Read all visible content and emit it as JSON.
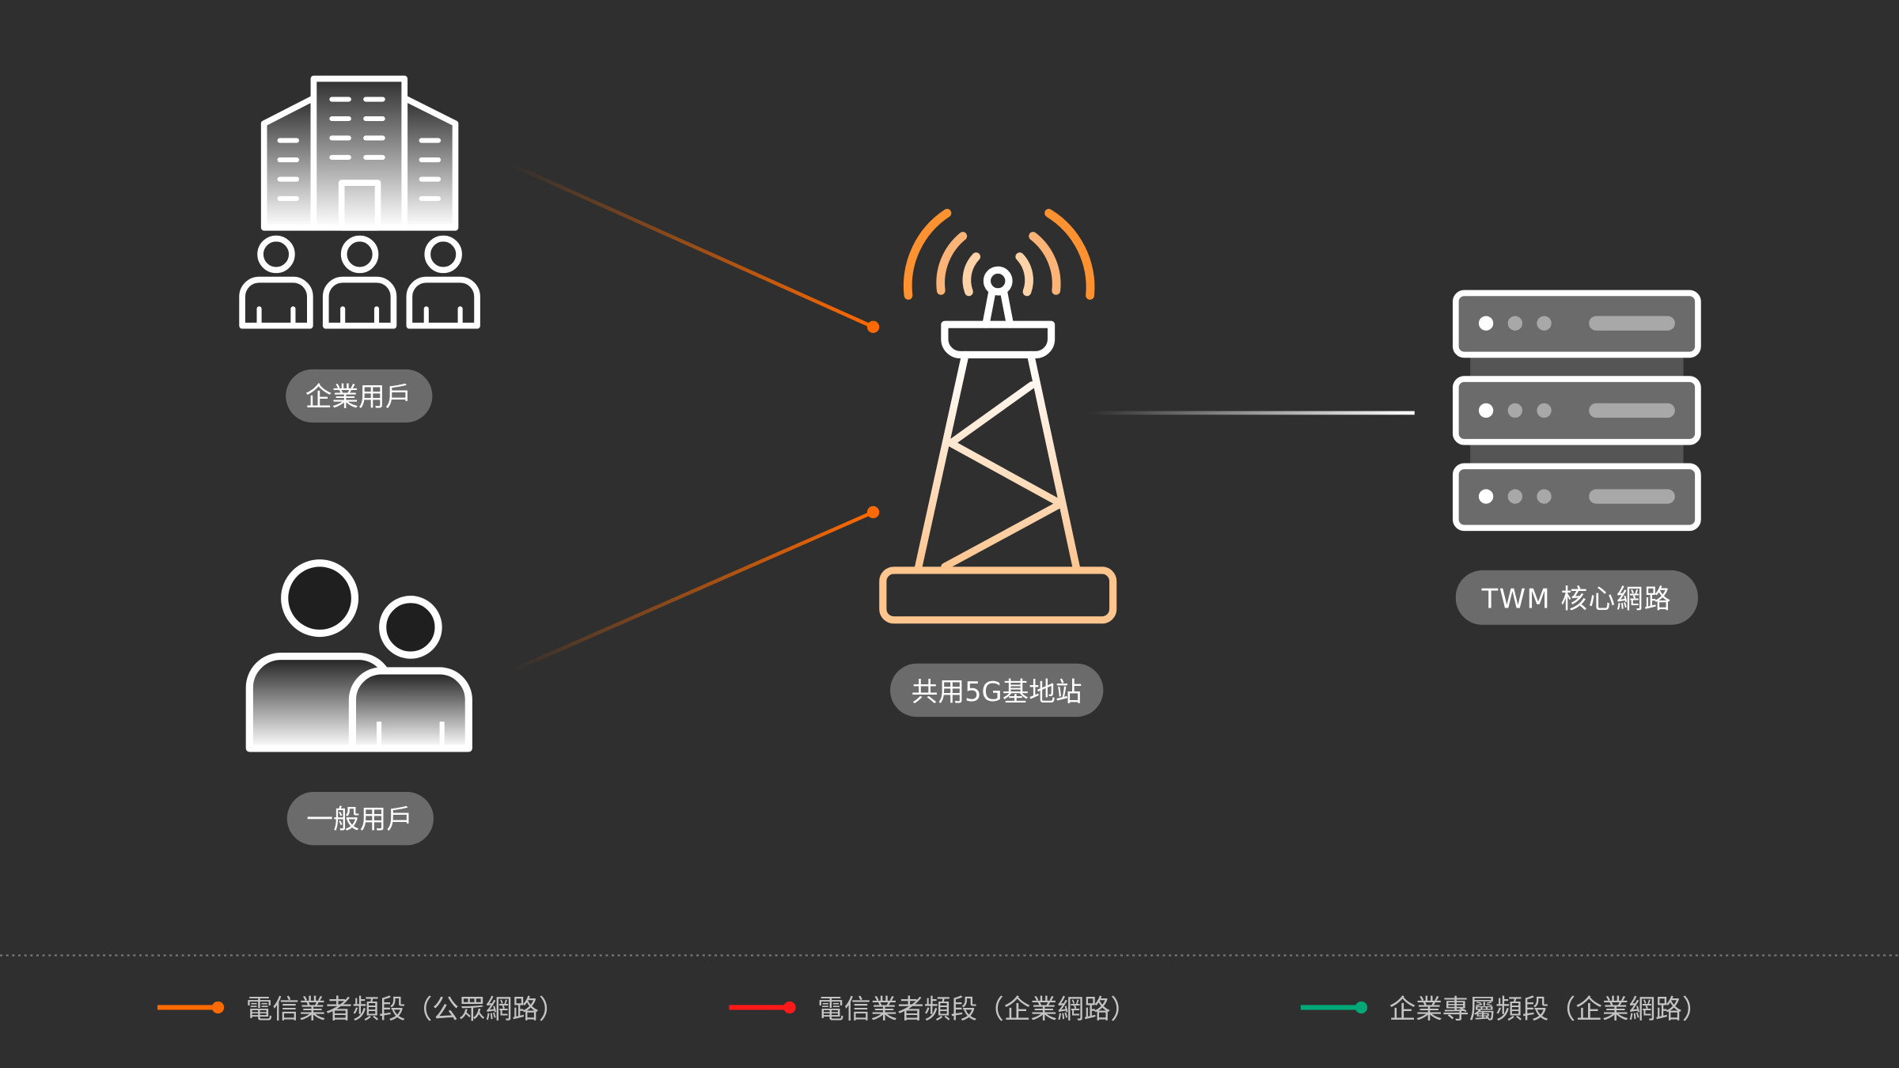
{
  "nodes": {
    "enterprise_users": {
      "label": "企業用戶",
      "icon": "office-building-with-people-icon"
    },
    "general_users": {
      "label": "一般用戶",
      "icon": "users-icon"
    },
    "base_station": {
      "label": "共用5G基地站",
      "icon": "cell-tower-icon"
    },
    "core_network": {
      "label": "TWM 核心網路",
      "icon": "server-rack-icon"
    }
  },
  "legend": [
    {
      "label": "電信業者頻段（公眾網路）",
      "color": "#ff6a00"
    },
    {
      "label": "電信業者頻段（企業網路）",
      "color": "#ff1a1a"
    },
    {
      "label": "企業專屬頻段（企業網路）",
      "color": "#00a878"
    }
  ],
  "colors": {
    "background": "#2f2f2f",
    "pill": "#6b6b6b",
    "accent": "#ff6a00"
  }
}
